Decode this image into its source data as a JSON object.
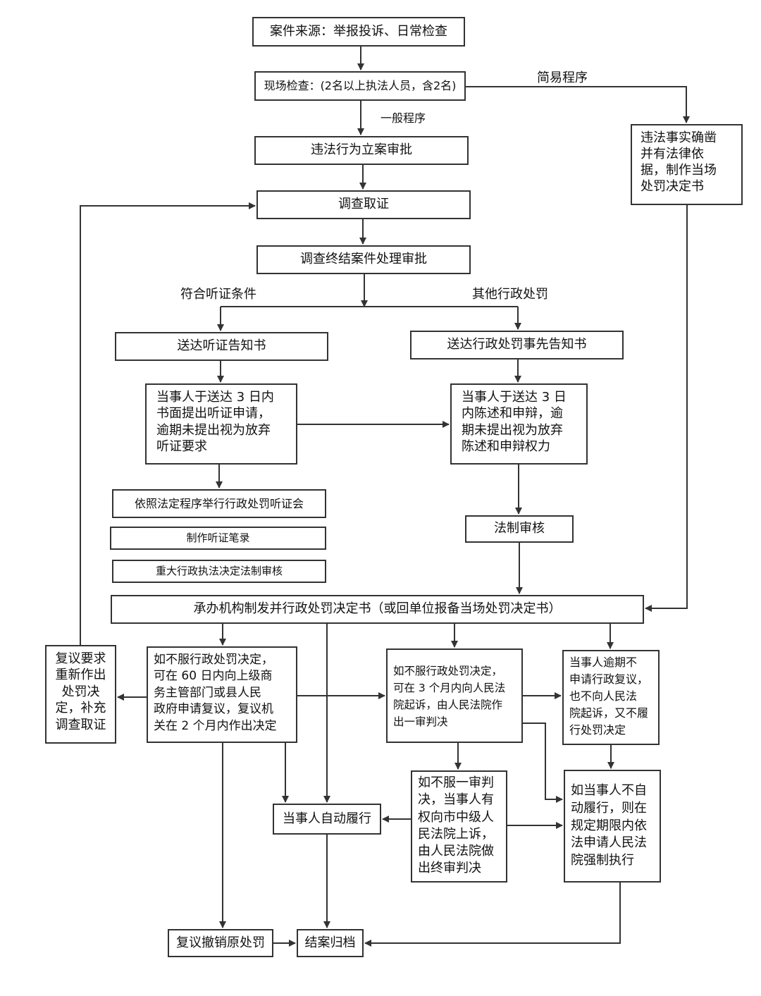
{
  "nodes": {
    "case_source": "案件来源：举报投诉、日常检查",
    "site_inspection": "现场检查：(2名以上执法人员，含2名)",
    "simple_decision": "违法事实确凿\n并有法律依\n据，制作当场\n处罚决定书",
    "filing_approval": "违法行为立案审批",
    "investigation": "调查取证",
    "conclusion_approval": "调查终结案件处理审批",
    "hearing_notice": "送达听证告知书",
    "penalty_notice": "送达行政处罚事先告知书",
    "hearing_request": "当事人于送达 3 日内\n书面提出听证申请，\n逾期未提出视为放弃\n听证要求",
    "statement_defense": "当事人于送达 3 日\n内陈述和申辩，逾\n期未提出视为放弃\n陈述和申辩权力",
    "hold_hearing": "依照法定程序举行行政处罚听证会",
    "hearing_record": "制作听证笔录",
    "major_review": "重大行政执法决定法制审核",
    "legal_review": "法制审核",
    "issue_decision": "承办机构制发并行政处罚决定书（或回单位报备当场处罚决定书）",
    "reconsider_redo": "复议要求\n重新作出\n处罚决\n定，补充\n调查取证",
    "apply_reconsideration": "如不服行政处罚决定，\n可在 60 日内向上级商\n务主管部门或县人民\n政府申请复议，复议机\n关在 2 个月内作出决定",
    "file_lawsuit": "如不服行政处罚决定，\n可在 3 个月内向人民法\n院起诉，由人民法院作\n出一审判决",
    "overdue": "当事人逾期不\n申请行政复议，\n也不向人民法\n院起诉，又不履\n行处罚决定",
    "voluntary": "当事人自动履行",
    "appeal": "如不服一审判\n决，当事人有\n权向市中级人\n民法院上诉，\n由人民法院做\n出终审判决",
    "enforcement": "如当事人不自\n动履行，则在\n规定期限内依\n法申请人民法\n院强制执行",
    "revoke": "复议撤销原处罚",
    "close_case": "结案归档"
  },
  "labels": {
    "simple_procedure": "简易程序",
    "general_procedure": "一般程序",
    "hearing_condition": "符合听证条件",
    "other_penalty": "其他行政处罚"
  },
  "colors": {
    "line": "#333333",
    "background": "#ffffff"
  }
}
